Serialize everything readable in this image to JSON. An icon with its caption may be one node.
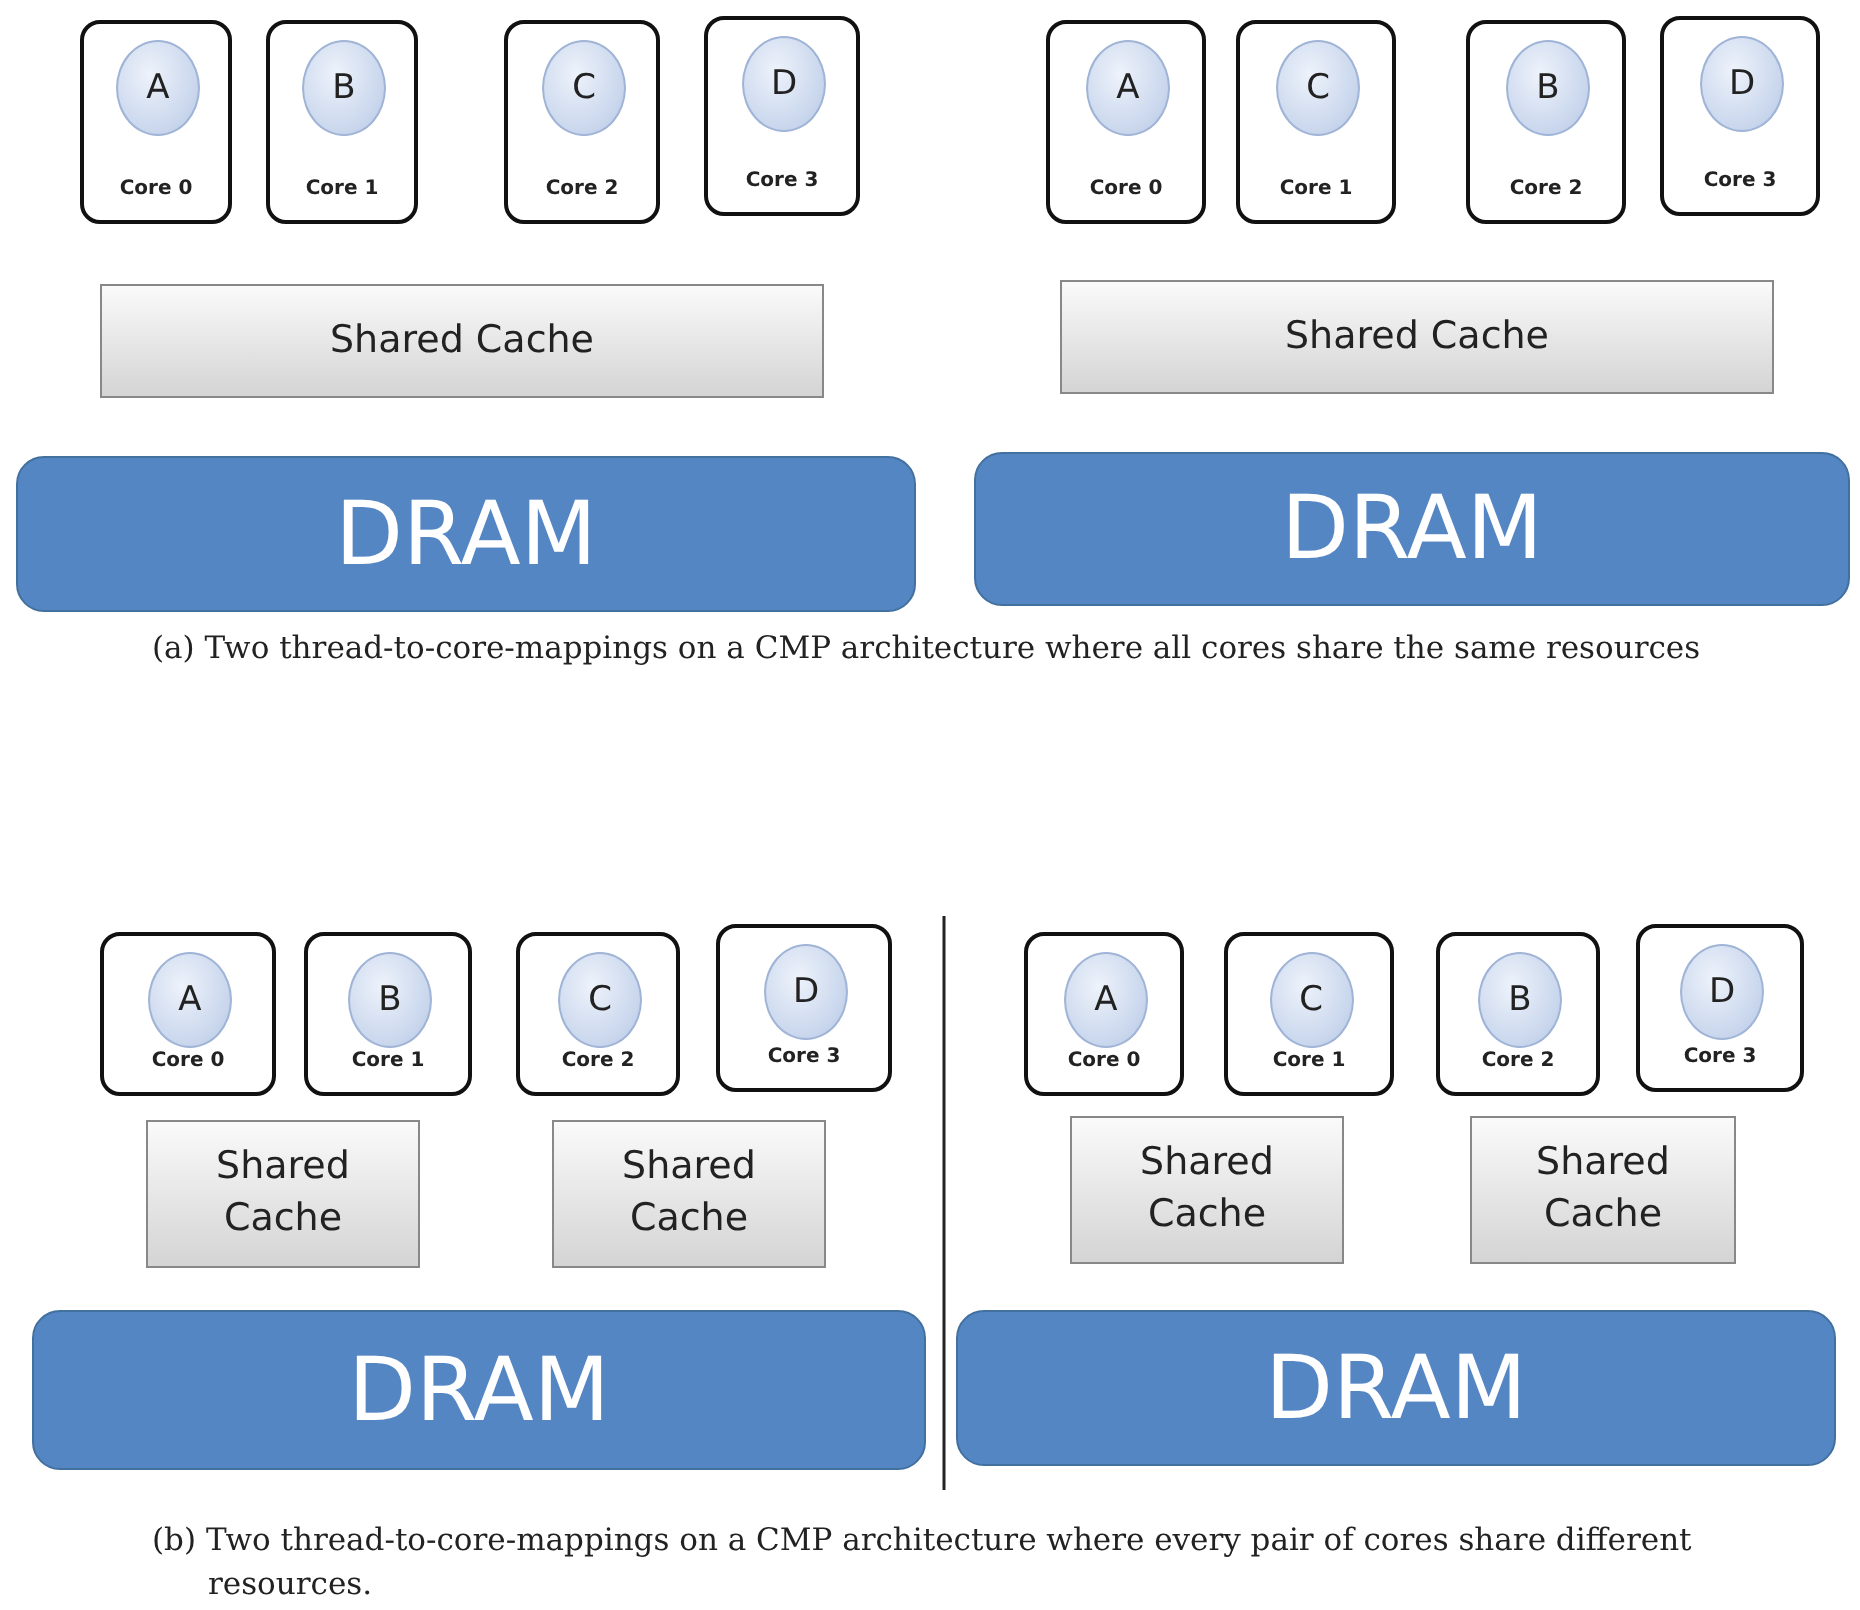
{
  "diagram": {
    "nodes": [
      {
        "text": [
          "Core 0"
        ]
      },
      {
        "text": [
          "A"
        ],
        "in": 0
      },
      {
        "text": [
          "Core 1"
        ]
      },
      {
        "text": [
          "B"
        ],
        "in": 2
      },
      {
        "text": [
          "Core 2"
        ]
      },
      {
        "text": [
          "C"
        ],
        "in": 4
      },
      {
        "text": [
          "Core 3"
        ]
      },
      {
        "text": [
          "D"
        ],
        "in": 6
      },
      {
        "text": [
          "Core 0"
        ]
      },
      {
        "text": [
          "A"
        ],
        "in": 8
      },
      {
        "text": [
          "Core 1"
        ]
      },
      {
        "text": [
          "C"
        ],
        "in": 10
      },
      {
        "text": [
          "Core 2"
        ]
      },
      {
        "text": [
          "B"
        ],
        "in": 12
      },
      {
        "text": [
          "Core 3"
        ]
      },
      {
        "text": [
          "D"
        ],
        "in": 14
      },
      {
        "text": [
          "Shared Cache"
        ]
      },
      {
        "text": [
          "Shared Cache"
        ]
      },
      {
        "text": [
          "DRAM"
        ]
      },
      {
        "text": [
          "DRAM"
        ]
      },
      {
        "text": [
          "Core 0"
        ]
      },
      {
        "text": [
          "A"
        ],
        "in": 20
      },
      {
        "text": [
          "Core 1"
        ]
      },
      {
        "text": [
          "B"
        ],
        "in": 22
      },
      {
        "text": [
          "Core 2"
        ]
      },
      {
        "text": [
          "C"
        ],
        "in": 24
      },
      {
        "text": [
          "Core 3"
        ]
      },
      {
        "text": [
          "D"
        ],
        "in": 26
      },
      {
        "text": [
          "Core 0"
        ]
      },
      {
        "text": [
          "A"
        ],
        "in": 28
      },
      {
        "text": [
          "Core 1"
        ]
      },
      {
        "text": [
          "C"
        ],
        "in": 30
      },
      {
        "text": [
          "Core 2"
        ]
      },
      {
        "text": [
          "B"
        ],
        "in": 32
      },
      {
        "text": [
          "Core 3"
        ]
      },
      {
        "text": [
          "D"
        ],
        "in": 34
      },
      {
        "text": [
          "Shared Cache"
        ]
      },
      {
        "text": [
          "Shared Cache"
        ]
      },
      {
        "text": [
          "Shared Cache"
        ]
      },
      {
        "text": [
          "Shared Cache"
        ]
      },
      {
        "text": [
          "DRAM"
        ]
      },
      {
        "text": [
          "DRAM"
        ]
      }
    ],
    "labels": [
      "(a) Two thread-to-core-mappings on a CMP architecture where all cores share the same resources",
      "(b) Two thread-to-core-mappings on a CMP architecture where every pair of cores share different resources."
    ]
  }
}
